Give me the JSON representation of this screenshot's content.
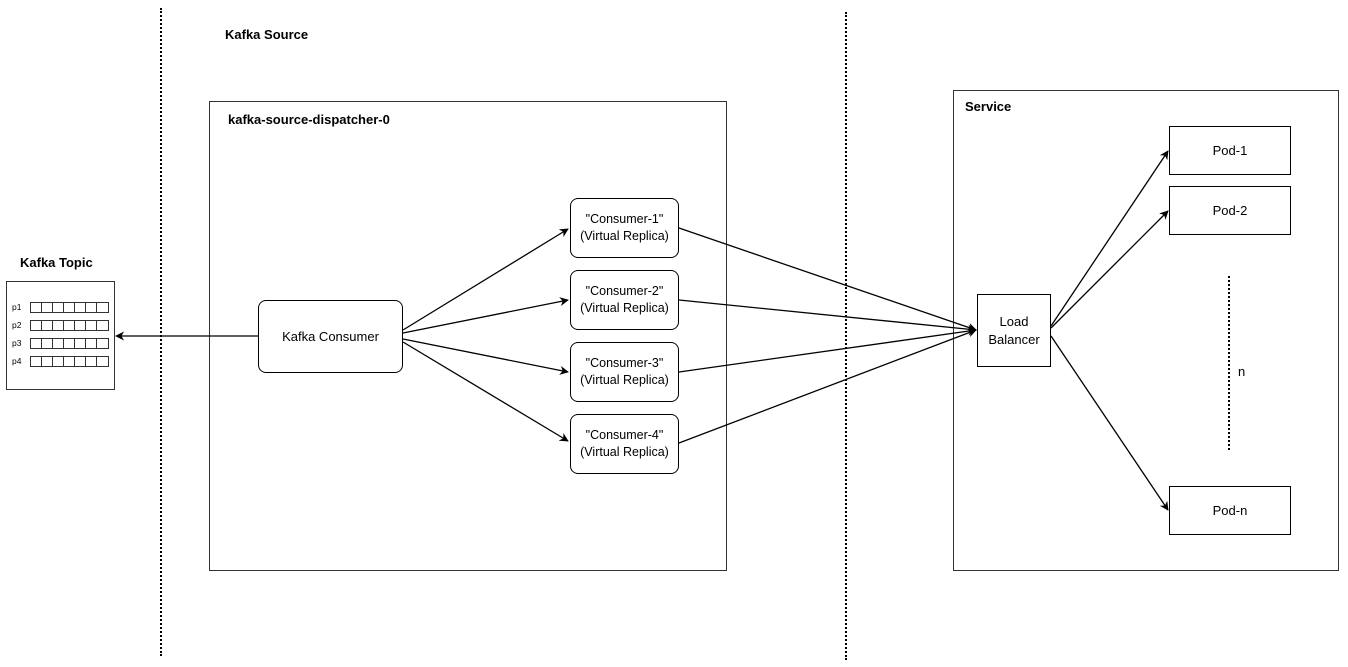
{
  "sections": {
    "kafka_source_label": "Kafka Source"
  },
  "kafka_topic": {
    "title": "Kafka Topic",
    "partitions": [
      "p1",
      "p2",
      "p3",
      "p4"
    ]
  },
  "dispatcher": {
    "title": "kafka-source-dispatcher-0",
    "consumer_label": "Kafka Consumer",
    "replicas": [
      {
        "name": "\"Consumer-1\"",
        "subtitle": "(Virtual Replica)"
      },
      {
        "name": "\"Consumer-2\"",
        "subtitle": "(Virtual Replica)"
      },
      {
        "name": "\"Consumer-3\"",
        "subtitle": "(Virtual Replica)"
      },
      {
        "name": "\"Consumer-4\"",
        "subtitle": "(Virtual Replica)"
      }
    ]
  },
  "service": {
    "title": "Service",
    "load_balancer_line1": "Load",
    "load_balancer_line2": "Balancer",
    "pods": [
      "Pod-1",
      "Pod-2",
      "Pod-n"
    ],
    "ellipsis_label": "n"
  }
}
